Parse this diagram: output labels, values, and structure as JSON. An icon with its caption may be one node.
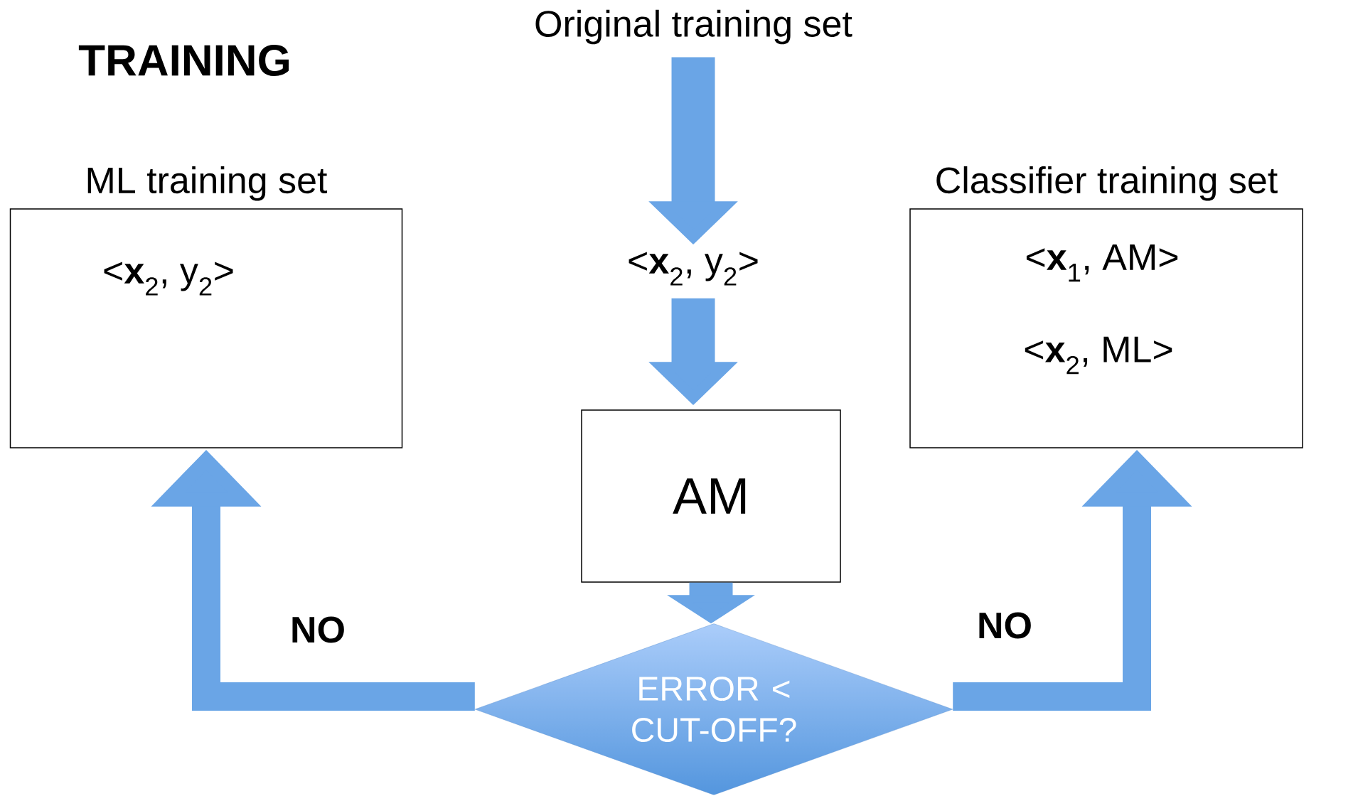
{
  "diagram": {
    "title": "TRAINING",
    "nodes": [
      {
        "text": [
          "Original  training set"
        ]
      },
      {
        "text": [
          "<**x**$_{2}$, y$_{2}$>"
        ]
      },
      {
        "text": [
          "AM"
        ]
      },
      {
        "text": [
          "ERROR < CUT-OFF?"
        ]
      },
      {
        "text": [
          "ML training set",
          "<**x**$_{2}$, y$_{2}$>"
        ]
      },
      {
        "text": [
          "Classifier training set",
          "<**x**$_{1}$, AM>",
          "<**x**$_{2}$, ML>"
        ]
      }
    ],
    "edges": [
      {
        "from": 0,
        "to": 1,
        "arrow": "to"
      },
      {
        "from": 1,
        "to": 2,
        "arrow": "to"
      },
      {
        "from": 2,
        "to": 3,
        "arrow": "to"
      },
      {
        "from": 3,
        "to": 4,
        "arrow": "to",
        "label": "NO"
      },
      {
        "from": 3,
        "to": 5,
        "arrow": "to",
        "label": "NO"
      }
    ]
  }
}
